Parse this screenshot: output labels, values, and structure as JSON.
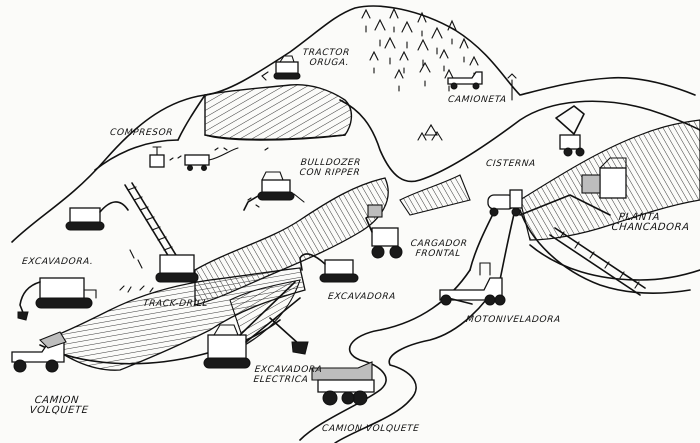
{
  "labels": {
    "tractor": [
      "TRACTOR",
      "ORUGA."
    ],
    "camioneta": "CAMIONETA",
    "compresor": "COMPRESOR",
    "bulldozer": [
      "BULLDOZER",
      "CON RIPPER"
    ],
    "cisterna": "CISTERNA",
    "planta": [
      "PLANTA",
      "CHANCADORA"
    ],
    "cargador": [
      "CARGADOR",
      "FRONTAL"
    ],
    "excavadora_left": "EXCAVADORA.",
    "track_drill": "TRACK-DRILL",
    "excavadora_mid": "EXCAVADORA",
    "motoniveladora": "MOTONIVELADORA",
    "excavadora_electrica": [
      "EXCAVADORA",
      "ELECTRICA"
    ],
    "camion_left": [
      "CAMION",
      "VOLQUETE"
    ],
    "camion_bottom": "CAMION VOLQUETE"
  }
}
